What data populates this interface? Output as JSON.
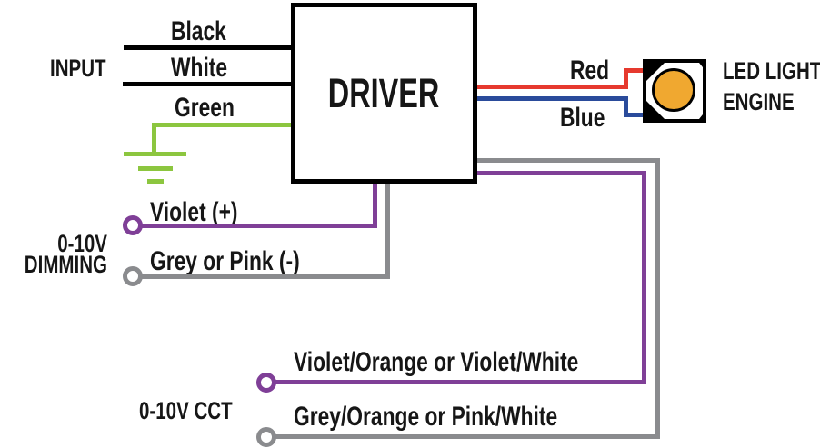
{
  "input": {
    "label": "INPUT",
    "black_label": "Black",
    "white_label": "White",
    "green_label": "Green"
  },
  "driver": {
    "label": "DRIVER"
  },
  "output": {
    "red_label": "Red",
    "blue_label": "Blue",
    "led_line1": "LED LIGHT",
    "led_line2": "ENGINE"
  },
  "dimming": {
    "line1": "0-10V",
    "line2": "DIMMING",
    "violet_label": "Violet (+)",
    "grey_label": "Grey or Pink (-)"
  },
  "cct": {
    "label": "0-10V CCT",
    "violet_label": "Violet/Orange or Violet/White",
    "grey_label": "Grey/Orange or Pink/White"
  },
  "colors": {
    "black_wire": "#000000",
    "green_wire": "#8CC63F",
    "red_wire": "#E6392E",
    "blue_wire": "#2A4B9B",
    "violet_wire": "#7F3F97",
    "grey_wire": "#8A8B8E",
    "led_die_orange": "#F0A830",
    "text": "#161616"
  },
  "icons": {
    "ground": "ground-symbol",
    "led_package": "led-chip-icon",
    "terminal": "open-circle-terminal"
  }
}
